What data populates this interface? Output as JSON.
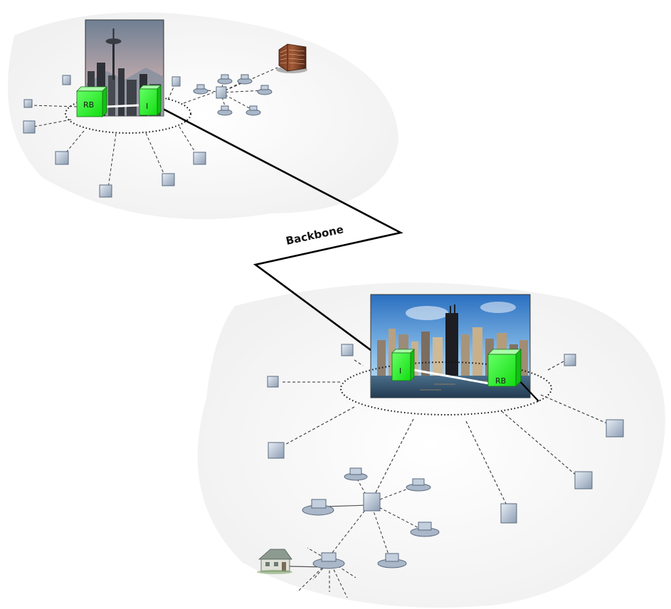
{
  "diagram": {
    "backbone_label": "Backbone",
    "top_site": {
      "router_label": "RB",
      "interface_label": "I"
    },
    "bottom_site": {
      "router_label": "RB",
      "interface_label": "I"
    }
  }
}
